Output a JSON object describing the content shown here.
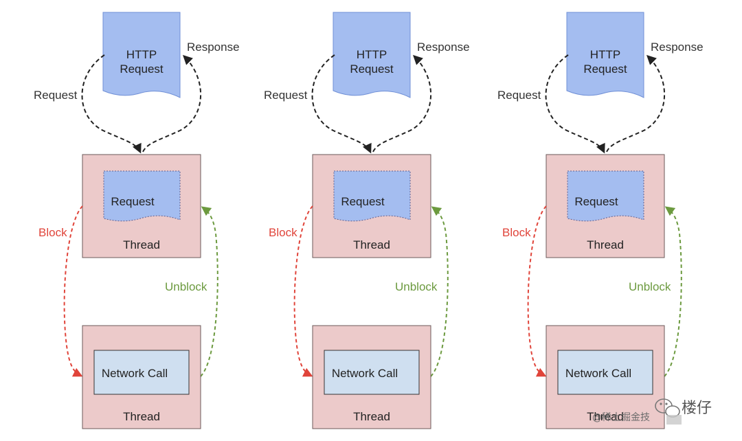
{
  "colors": {
    "document_fill": "#a4bdf0",
    "document_stroke": "#6f8fd6",
    "thread_fill": "#eccaca",
    "thread_stroke": "#6b5a5a",
    "network_fill": "#cfdff0",
    "block_arrow": "#e0443a",
    "unblock_arrow": "#6c9a3f",
    "request_arrow": "#222222"
  },
  "panels": [
    {
      "http_request_line1": "HTTP",
      "http_request_line2": "Request",
      "request_label": "Request",
      "response_label": "Response",
      "inner_request_label": "Request",
      "thread_top_label": "Thread",
      "block_label": "Block",
      "unblock_label": "Unblock",
      "network_call_label": "Network Call",
      "thread_bottom_label": "Thread"
    },
    {
      "http_request_line1": "HTTP",
      "http_request_line2": "Request",
      "request_label": "Request",
      "response_label": "Response",
      "inner_request_label": "Request",
      "thread_top_label": "Thread",
      "block_label": "Block",
      "unblock_label": "Unblock",
      "network_call_label": "Network Call",
      "thread_bottom_label": "Thread"
    },
    {
      "http_request_line1": "HTTP",
      "http_request_line2": "Request",
      "request_label": "Request",
      "response_label": "Response",
      "inner_request_label": "Request",
      "thread_top_label": "Thread",
      "block_label": "Block",
      "unblock_label": "Unblock",
      "network_call_label": "Network Call",
      "thread_bottom_label": "Thread"
    }
  ],
  "watermark": {
    "icon": "wechat-icon",
    "text": "楼仔",
    "subtext": "@稀土掘金技"
  }
}
